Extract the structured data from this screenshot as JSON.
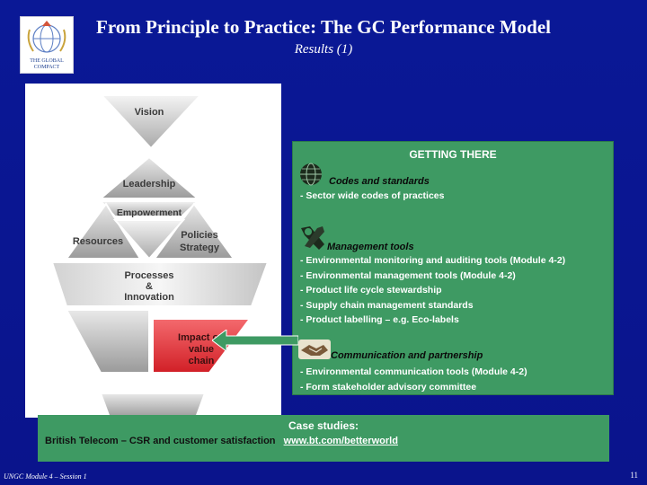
{
  "logo": {
    "name": "un-global-compact-logo",
    "caption": "THE GLOBAL\nCOMPACT"
  },
  "header": {
    "title": "From Principle to Practice: The GC Performance Model",
    "subtitle": "Results (1)"
  },
  "model": {
    "vision": "Vision",
    "leadership": "Leadership",
    "empowerment": "Empowerment",
    "resources": "Resources",
    "policies": "Policies",
    "strategy": "Strategy",
    "processes": "Processes",
    "ampersand": "&",
    "innovation": "Innovation",
    "impact_1": "Impact on",
    "impact_2": "value",
    "impact_3": "chain",
    "highlight_color": "#e8343a"
  },
  "getting_there": {
    "header": "GETTING THERE",
    "sections": [
      {
        "title": "Codes and standards",
        "icon": "globe-icon",
        "items": [
          "- Sector wide codes of practices"
        ]
      },
      {
        "title": "Management tools",
        "icon": "tools-icon",
        "items": [
          "- Environmental monitoring and auditing tools (Module 4-2)",
          "- Environmental management tools (Module 4-2)",
          "- Product life cycle stewardship",
          "- Supply chain management standards",
          "- Product labelling – e.g. Eco-labels"
        ]
      },
      {
        "title": "Communication and partnership",
        "icon": "handshake-icon",
        "items": [
          "- Environmental communication tools (Module 4-2)",
          "- Form stakeholder advisory committee"
        ]
      }
    ]
  },
  "case_studies": {
    "title": "Case studies:",
    "text": "British Telecom – CSR and customer satisfaction",
    "link": "www.bt.com/betterworld"
  },
  "footer": {
    "text": "UNGC Module 4 – Session 1",
    "page": "11"
  },
  "colors": {
    "background": "#0a1896",
    "green_panel": "#3e9a63",
    "arrow": "#3e9a63"
  }
}
